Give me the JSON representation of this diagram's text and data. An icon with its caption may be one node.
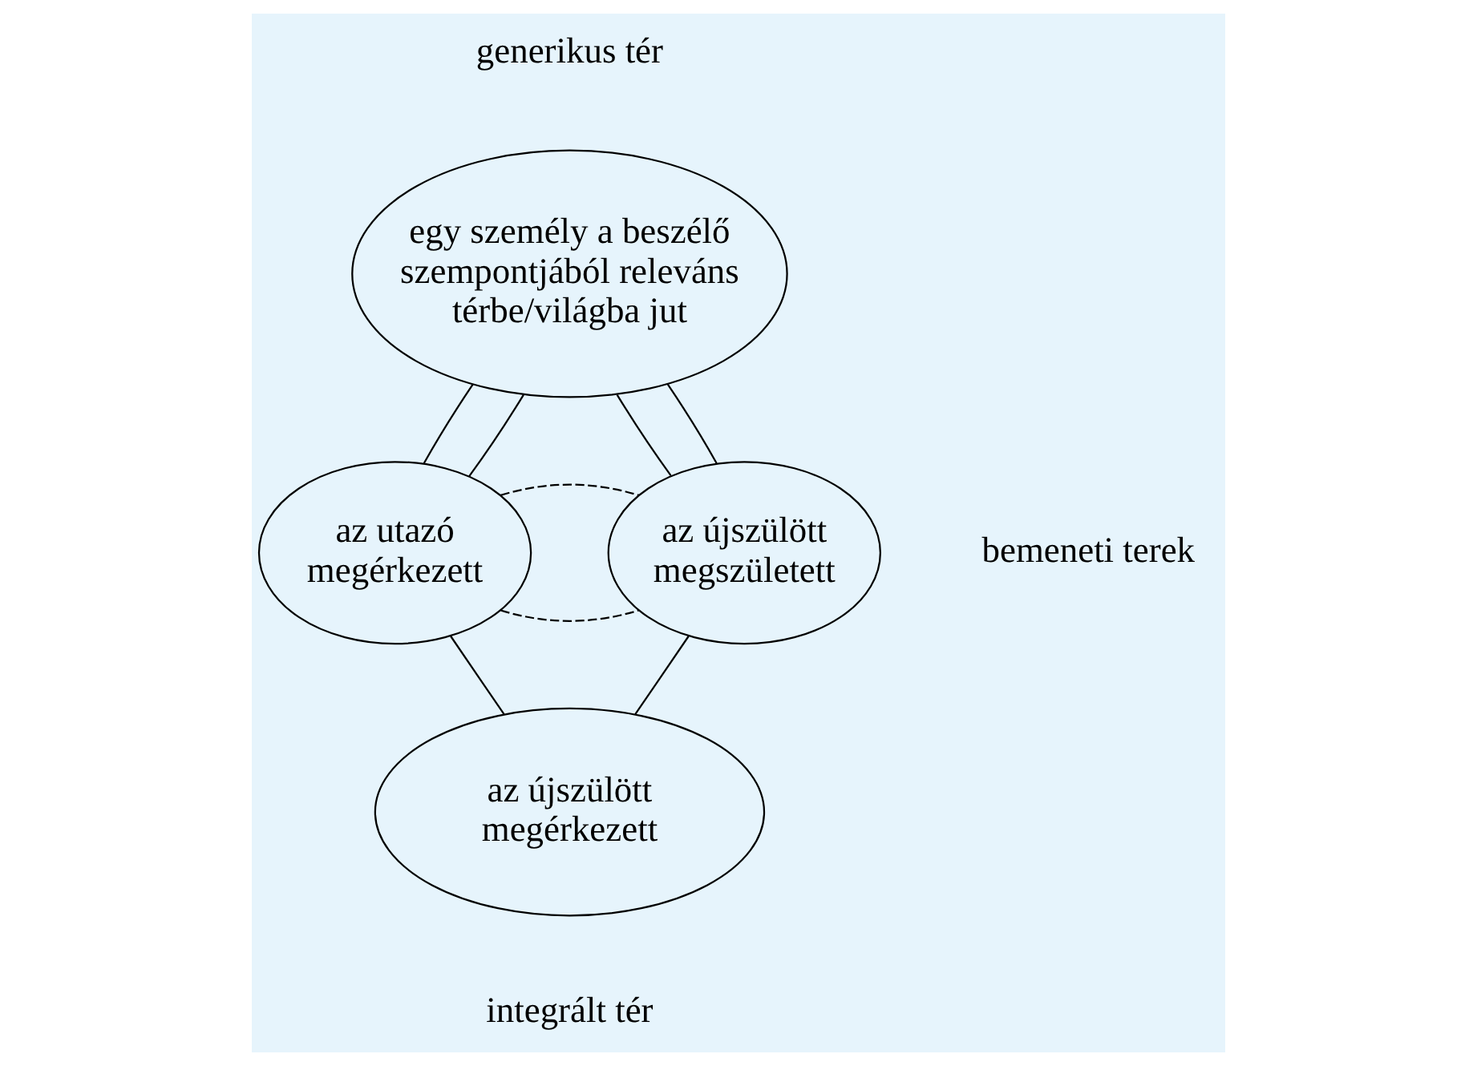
{
  "diagram": {
    "nodes": [
      {
        "text": [
          "egy személy a beszélő szempontjából releváns térbe/világba jut"
        ],
        "beside": [
          "generikus tér"
        ]
      },
      {
        "text": [
          "az utazó megérkezett"
        ]
      },
      {
        "text": [
          "az újszülött megszületett"
        ]
      },
      {
        "text": [
          "az újszülött megérkezett"
        ],
        "beside": [
          "integrált tér"
        ]
      }
    ],
    "edges": [
      {
        "from": 0,
        "to": 1,
        "arrow": "none"
      },
      {
        "from": 0,
        "to": 1,
        "arrow": "none"
      },
      {
        "from": 0,
        "to": 2,
        "arrow": "none"
      },
      {
        "from": 0,
        "to": 2,
        "arrow": "none"
      },
      {
        "from": 1,
        "to": 2,
        "arrow": "none",
        "style": "dashed"
      },
      {
        "from": 1,
        "to": 2,
        "arrow": "none",
        "style": "dashed"
      },
      {
        "from": 1,
        "to": 3,
        "arrow": "none"
      },
      {
        "from": 2,
        "to": 3,
        "arrow": "none"
      }
    ],
    "labels": [
      "bemeneti terek"
    ]
  }
}
